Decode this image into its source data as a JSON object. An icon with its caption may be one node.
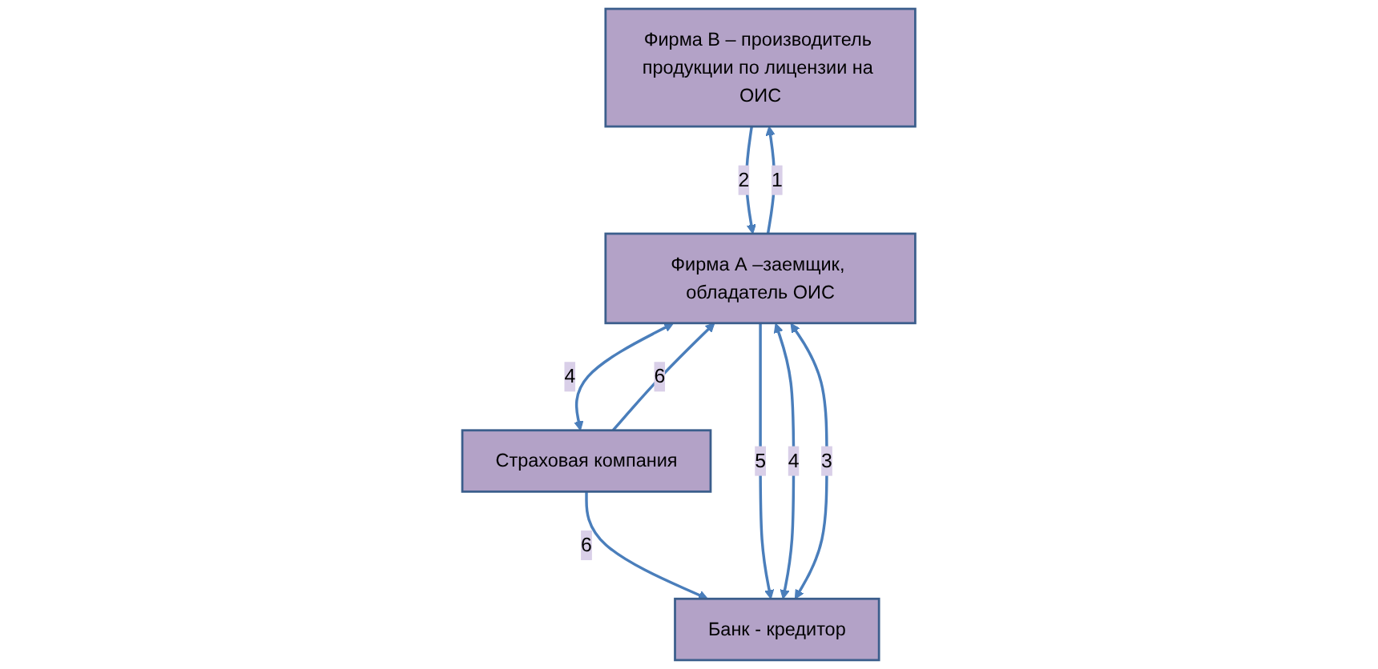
{
  "diagram": {
    "nodes": [
      {
        "text": [
          "Фирма В – производитель продукции по лицензии на ОИС"
        ]
      },
      {
        "text": [
          "Страховая компания"
        ]
      },
      {
        "text": [
          "Фирма А –заемщик, обладатель ОИС"
        ]
      },
      {
        "text": [
          "Банк - кредитор"
        ]
      }
    ],
    "edges": [
      {
        "from": 2,
        "to": 0,
        "arrow": "to",
        "label": "1"
      },
      {
        "from": 0,
        "to": 2,
        "arrow": "to",
        "label": "2"
      },
      {
        "from": 2,
        "to": 1,
        "arrow": "both",
        "label": "4"
      },
      {
        "from": 1,
        "to": 2,
        "arrow": "to",
        "label": "6"
      },
      {
        "from": 1,
        "to": 3,
        "arrow": "to",
        "label": "6"
      },
      {
        "from": 2,
        "to": 3,
        "arrow": "to",
        "label": "5"
      },
      {
        "from": 2,
        "to": 3,
        "arrow": "both",
        "label": "4"
      },
      {
        "from": 2,
        "to": 3,
        "arrow": "both",
        "label": "3"
      }
    ]
  }
}
